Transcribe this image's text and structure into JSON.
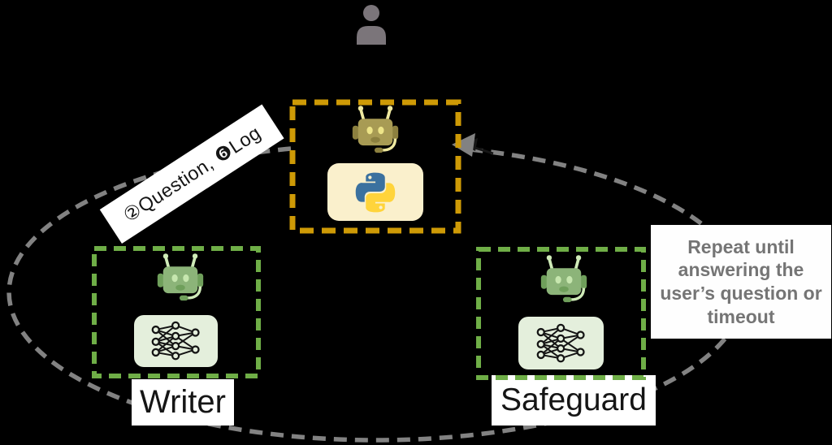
{
  "scene": {
    "background": "#000000"
  },
  "user": {
    "icon": "person-silhouette",
    "color": "#7B757A"
  },
  "agents": {
    "orchestrator": {
      "border_color": "#CE9A06",
      "robot_icon": "robot-headset",
      "card_icon": "python-logo"
    },
    "writer": {
      "label": "Writer",
      "border_color": "#6FAE47",
      "robot_icon": "robot-headset",
      "card_icon": "neural-network"
    },
    "safeguard": {
      "label": "Safeguard",
      "border_color": "#6FAE47",
      "robot_icon": "robot-headset",
      "card_icon": "neural-network"
    }
  },
  "flow_label": {
    "text": "②Question, ❻Log"
  },
  "repeat_note": {
    "lines": [
      "Repeat until",
      "answering the",
      "user’s question or",
      "timeout"
    ],
    "text_color": "#757575"
  },
  "loop_arrow": {
    "style": "dashed-ellipse",
    "color": "#828282"
  },
  "python_logo_colors": {
    "blue": "#3B719F",
    "yellow": "#FFD43B"
  }
}
